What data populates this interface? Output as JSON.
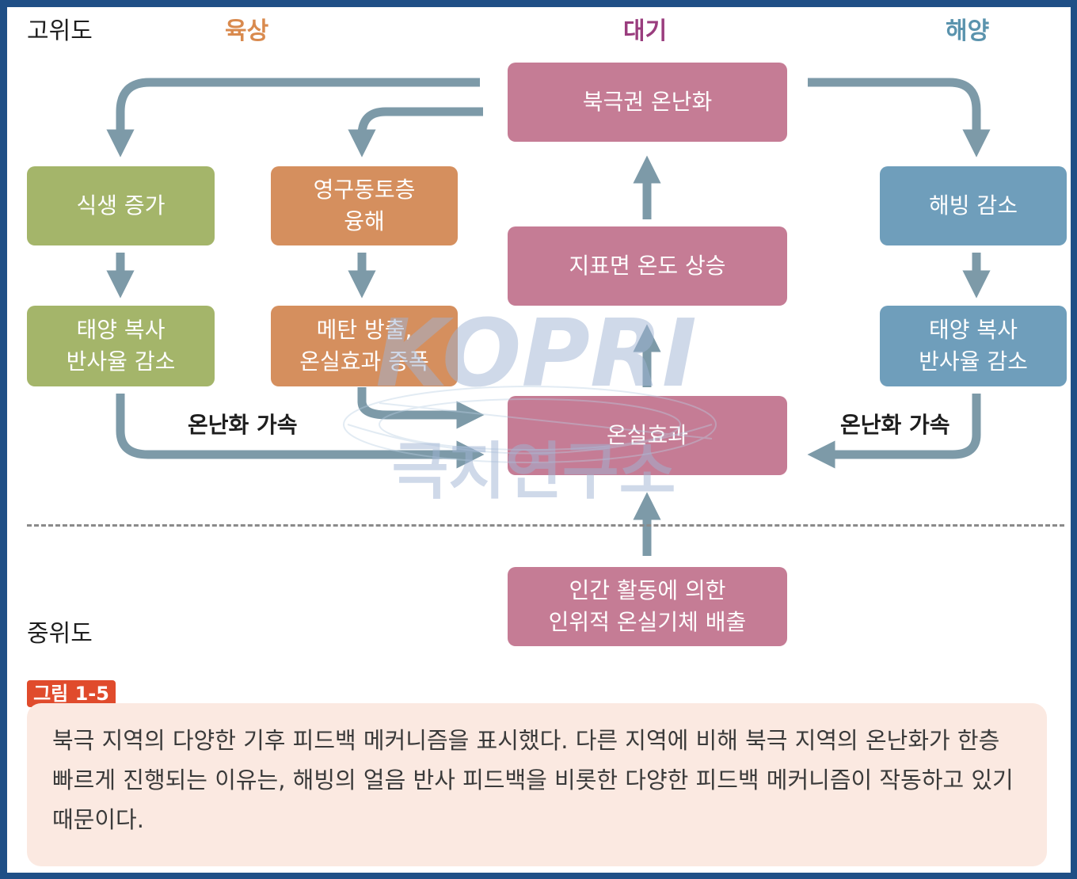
{
  "regions": {
    "high_lat": "고위도",
    "land": "육상",
    "atmosphere": "대기",
    "ocean": "해양",
    "mid_lat": "중위도"
  },
  "colors": {
    "land": "#d98a4e",
    "atmosphere": "#9a3d7e",
    "ocean": "#5a93ad",
    "arrow": "#7d9aa8"
  },
  "boxes": {
    "arctic_warming": "북극권 온난화",
    "vegetation_increase": "식생 증가",
    "permafrost_thaw": "영구동토층\n융해",
    "sea_ice_decrease": "해빙 감소",
    "surface_temp_rise": "지표면 온도 상승",
    "land_albedo_decrease": "태양 복사\n반사율 감소",
    "methane_release": "메탄 방출,\n온실효과 증폭",
    "ocean_albedo_decrease": "태양 복사\n반사율 감소",
    "greenhouse_effect": "온실효과",
    "human_emissions": "인간 활동에 의한\n인위적 온실기체 배출"
  },
  "accel_left": "온난화 가속",
  "accel_right": "온난화 가속",
  "watermark": {
    "logo_text": "KOPRI",
    "org_text": "극지연구소"
  },
  "figure": {
    "tag": "그림 1-5",
    "caption": "북극 지역의 다양한 기후 피드백 메커니즘을 표시했다. 다른 지역에 비해 북극 지역의 온난화가 한층 빠르게 진행되는 이유는, 해빙의 얼음 반사 피드백을 비롯한 다양한 피드백 메커니즘이 작동하고 있기 때문이다."
  }
}
